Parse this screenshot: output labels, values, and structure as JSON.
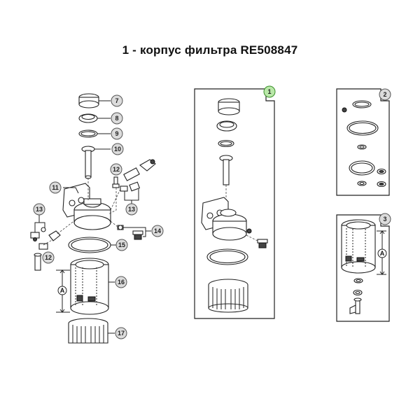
{
  "title": "1 - корпус фильтра RE508847",
  "callouts": {
    "c1": "1",
    "c2": "2",
    "c3": "3",
    "c7": "7",
    "c8": "8",
    "c9": "9",
    "c10": "10",
    "c11": "11",
    "c12a": "12",
    "c12b": "12",
    "c13a": "13",
    "c13b": "13",
    "c14": "14",
    "c15": "15",
    "c16": "16",
    "c17": "17"
  },
  "dimension_labels": {
    "left": "A",
    "right": "A"
  },
  "colors": {
    "highlight_callout": "#b9e8a8",
    "callout": "#dcdcdc"
  }
}
